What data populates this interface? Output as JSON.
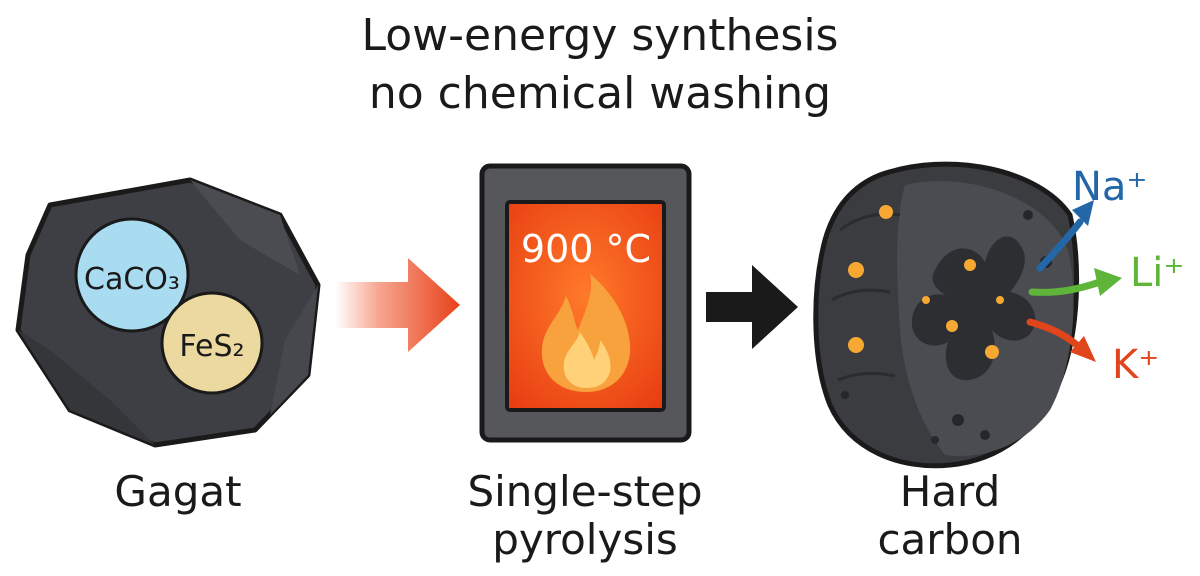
{
  "title": {
    "line1": "Low-energy synthesis",
    "line2": "no chemical washing"
  },
  "stages": {
    "source": {
      "label": "Gagat",
      "minerals": {
        "carbonate": "CaCO₃",
        "sulfide": "FeS₂"
      }
    },
    "process": {
      "label_line1": "Single-step",
      "label_line2": "pyrolysis",
      "temperature": "900 °C"
    },
    "product": {
      "label_line1": "Hard",
      "label_line2": "carbon",
      "ions": {
        "sodium": "Na⁺",
        "lithium": "Li⁺",
        "potassium": "K⁺"
      }
    }
  },
  "colors": {
    "rock": "#3d3f44",
    "calcite": "#a9dcf0",
    "pyrite": "#ecd9a0",
    "furnace_body": "#55575b",
    "furnace_window": "#f04a14",
    "flame": "#f7a23c",
    "sodium_ion": "#2467a8",
    "lithium_ion": "#5fb43a",
    "potassium_ion": "#e0451c",
    "arrow_gradient_end": "#e8401a",
    "arrow_dark": "#1a1a1a"
  },
  "icons": [
    "rock-icon",
    "furnace-icon",
    "flame-icon",
    "hard-carbon-particle-icon",
    "ion-arrow-icon"
  ]
}
